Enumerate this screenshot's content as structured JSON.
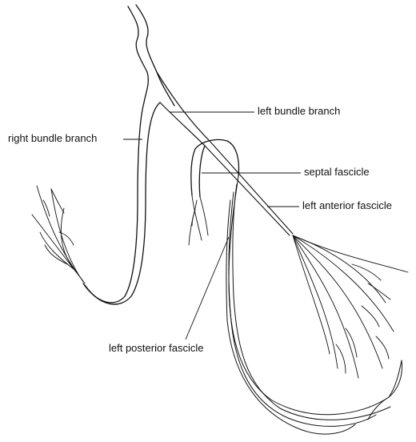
{
  "colors": {
    "line": "#111111",
    "background": "#ffffff"
  },
  "labels": {
    "left_bundle_branch": "left bundle branch",
    "right_bundle_branch": "right bundle branch",
    "septal_fascicle": "septal fascicle",
    "left_anterior_fascicle": "left anterior fascicle",
    "left_posterior_fascicle": "left posterior fascicle"
  }
}
